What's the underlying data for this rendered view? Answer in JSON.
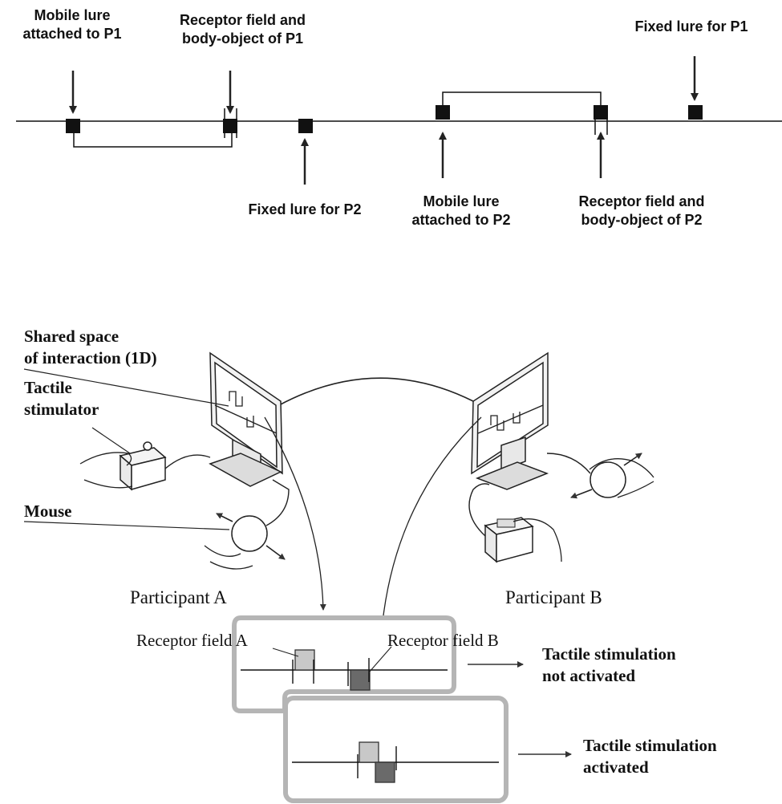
{
  "top_diagram": {
    "mobile_lure_p1": [
      "Mobile lure",
      "attached to P1"
    ],
    "receptor_p1": [
      "Receptor field and",
      "body-object of P1"
    ],
    "fixed_lure_p1": "Fixed lure for P1",
    "fixed_lure_p2": "Fixed lure for P2",
    "mobile_lure_p2": [
      "Mobile lure",
      "attached to P2"
    ],
    "receptor_p2": [
      "Receptor field and",
      "body-object of P2"
    ]
  },
  "setup": {
    "shared_space": [
      "Shared space",
      "of interaction (1D)"
    ],
    "tactile_stimulator": [
      "Tactile",
      "stimulator"
    ],
    "mouse": "Mouse",
    "participant_a": "Participant A",
    "participant_b": "Participant B"
  },
  "detail": {
    "receptor_a": "Receptor field A",
    "receptor_b": "Receptor field B",
    "not_activated": [
      "Tactile stimulation",
      "not activated"
    ],
    "activated": [
      "Tactile stimulation",
      "activated"
    ]
  },
  "colors": {
    "receptor_a_fill": "#c8c8c8",
    "receptor_b_fill": "#6a6a6a",
    "panel_border": "#b5b5b5"
  }
}
